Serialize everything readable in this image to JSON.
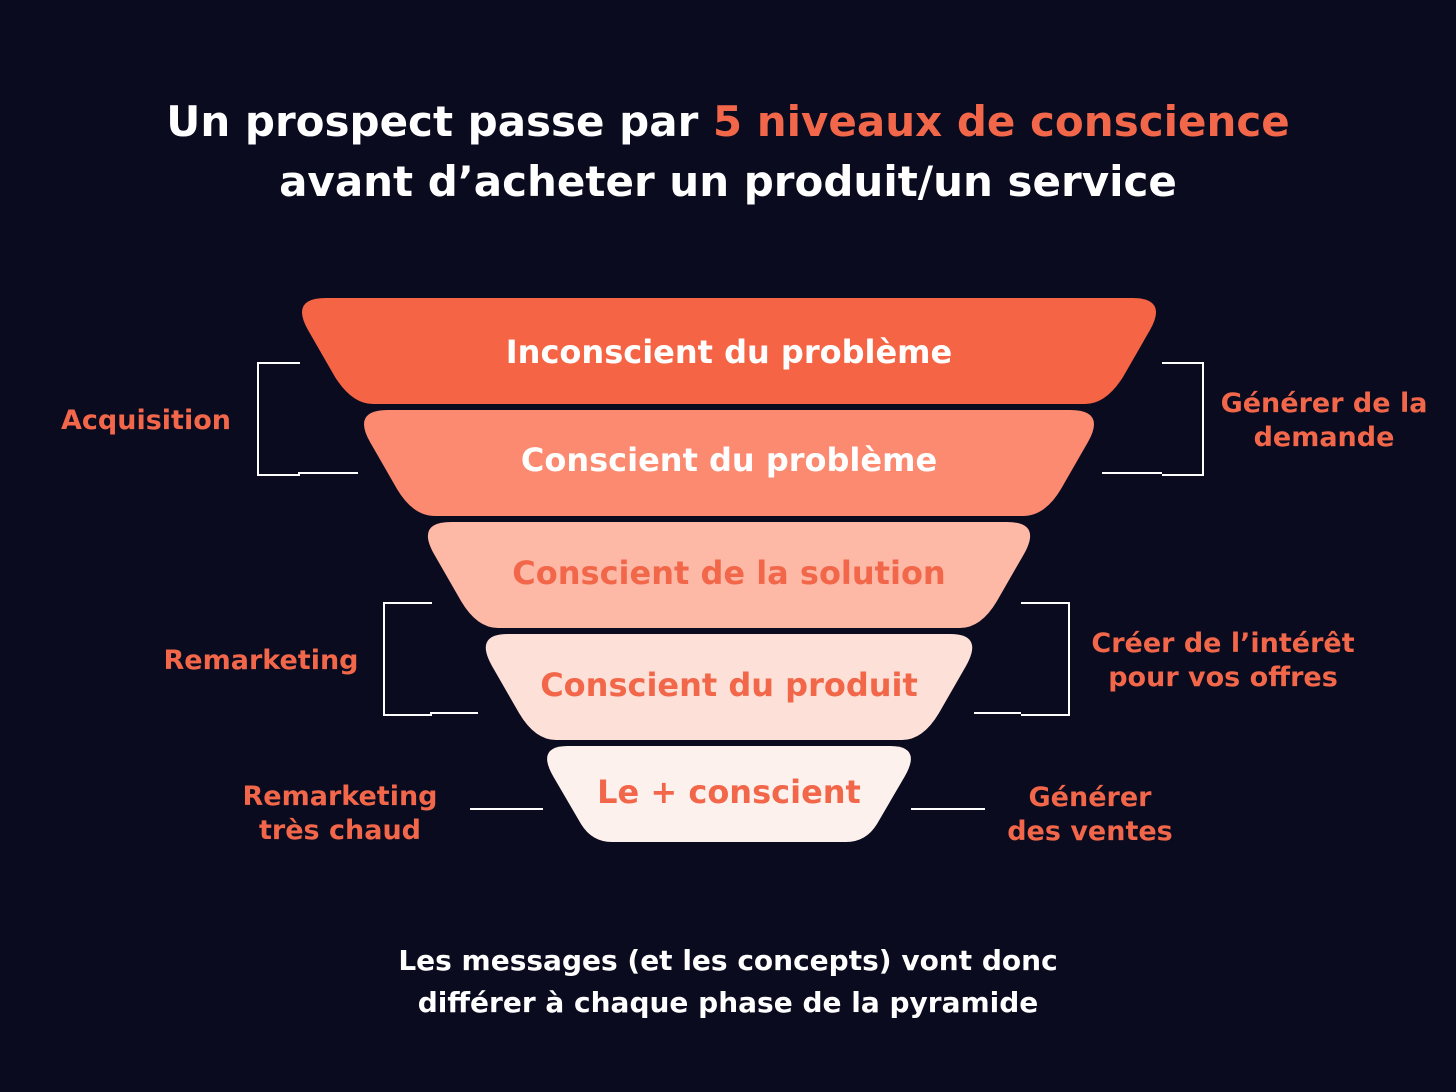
{
  "colors": {
    "background": "#0b0b1f",
    "accent": "#f2674a",
    "text_light": "#ffffff"
  },
  "title": {
    "line1_prefix": "Un prospect passe par ",
    "line1_highlight": "5 niveaux de conscience",
    "line2": "avant d’acheter un produit/un service"
  },
  "funnel": {
    "levels": [
      {
        "label": "Inconscient du problème",
        "fill": "#f56545",
        "text_color": "#ffffff"
      },
      {
        "label": "Conscient du problème",
        "fill": "#fb8a70",
        "text_color": "#ffffff"
      },
      {
        "label": "Conscient de la solution",
        "fill": "#fdb8a6",
        "text_color": "#f2674a"
      },
      {
        "label": "Conscient du produit",
        "fill": "#fde0d7",
        "text_color": "#f2674a"
      },
      {
        "label": "Le + conscient",
        "fill": "#fdf1ee",
        "text_color": "#f2674a"
      }
    ]
  },
  "left_labels": {
    "acquisition": "Acquisition",
    "remarketing": "Remarketing",
    "hot_line1": "Remarketing",
    "hot_line2": "très chaud"
  },
  "right_labels": {
    "demand_line1": "Générer de la",
    "demand_line2": "demande",
    "interest_line1": "Créer de l’intérêt",
    "interest_line2": "pour vos offres",
    "sales_line1": "Générer",
    "sales_line2": "des ventes"
  },
  "footer": {
    "line1": "Les messages (et les concepts) vont donc",
    "line2": "différer à chaque phase de la pyramide"
  }
}
